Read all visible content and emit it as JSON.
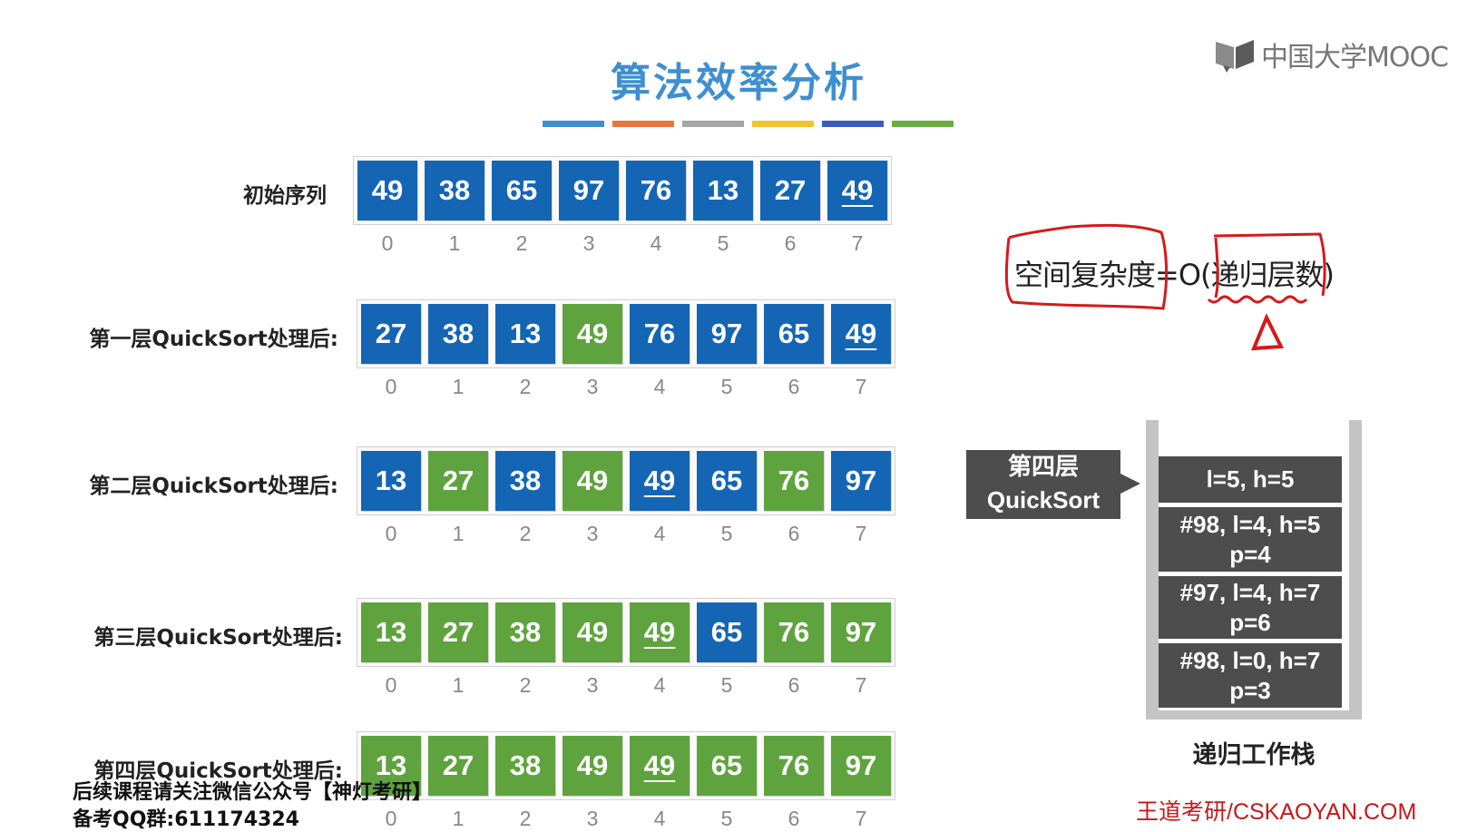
{
  "slide": {
    "title": "算法效率分析",
    "strip_colors": [
      "#3f8fd0",
      "#e8763a",
      "#a6a6a6",
      "#f2c330",
      "#3a5dbe",
      "#6bae3f"
    ]
  },
  "brand": {
    "text": "中国大学MOOC"
  },
  "rows": [
    {
      "label": "初始序列",
      "cells": [
        {
          "v": "49",
          "c": "blue"
        },
        {
          "v": "38",
          "c": "blue"
        },
        {
          "v": "65",
          "c": "blue"
        },
        {
          "v": "97",
          "c": "blue"
        },
        {
          "v": "76",
          "c": "blue"
        },
        {
          "v": "13",
          "c": "blue"
        },
        {
          "v": "27",
          "c": "blue"
        },
        {
          "v": "49",
          "c": "blue",
          "u": true
        }
      ]
    },
    {
      "label": "第一层QuickSort处理后:",
      "cells": [
        {
          "v": "27",
          "c": "blue"
        },
        {
          "v": "38",
          "c": "blue"
        },
        {
          "v": "13",
          "c": "blue"
        },
        {
          "v": "49",
          "c": "green"
        },
        {
          "v": "76",
          "c": "blue"
        },
        {
          "v": "97",
          "c": "blue"
        },
        {
          "v": "65",
          "c": "blue"
        },
        {
          "v": "49",
          "c": "blue",
          "u": true
        }
      ]
    },
    {
      "label": "第二层QuickSort处理后:",
      "cells": [
        {
          "v": "13",
          "c": "blue"
        },
        {
          "v": "27",
          "c": "green"
        },
        {
          "v": "38",
          "c": "blue"
        },
        {
          "v": "49",
          "c": "green"
        },
        {
          "v": "49",
          "c": "blue",
          "u": true
        },
        {
          "v": "65",
          "c": "blue"
        },
        {
          "v": "76",
          "c": "green"
        },
        {
          "v": "97",
          "c": "blue"
        }
      ]
    },
    {
      "label": "第三层QuickSort处理后:",
      "cells": [
        {
          "v": "13",
          "c": "green"
        },
        {
          "v": "27",
          "c": "green"
        },
        {
          "v": "38",
          "c": "green"
        },
        {
          "v": "49",
          "c": "green"
        },
        {
          "v": "49",
          "c": "green",
          "u": true
        },
        {
          "v": "65",
          "c": "blue"
        },
        {
          "v": "76",
          "c": "green"
        },
        {
          "v": "97",
          "c": "green"
        }
      ]
    },
    {
      "label": "第四层QuickSort处理后:",
      "cells": [
        {
          "v": "13",
          "c": "green"
        },
        {
          "v": "27",
          "c": "green"
        },
        {
          "v": "38",
          "c": "green"
        },
        {
          "v": "49",
          "c": "green"
        },
        {
          "v": "49",
          "c": "green",
          "u": true
        },
        {
          "v": "65",
          "c": "green"
        },
        {
          "v": "76",
          "c": "green"
        },
        {
          "v": "97",
          "c": "green"
        }
      ]
    }
  ],
  "indices": [
    "0",
    "1",
    "2",
    "3",
    "4",
    "5",
    "6",
    "7"
  ],
  "formula": {
    "text": "空间复杂度=O(递归层数)"
  },
  "callout": {
    "line1": "第四层",
    "line2": "QuickSort"
  },
  "stack": {
    "title": "递归工作栈",
    "frames": [
      {
        "line1": "l=5, h=5"
      },
      {
        "line1": "#98, l=4, h=5",
        "line2": "p=4"
      },
      {
        "line1": "#97, l=4, h=7",
        "line2": "p=6"
      },
      {
        "line1": "#98, l=0, h=7",
        "line2": "p=3"
      }
    ]
  },
  "footer": {
    "site": "王道考研/CSKAOYAN.COM"
  },
  "watermark": {
    "line1": "后续课程请关注微信公众号【神灯考研】",
    "line2": "备考QQ群:611174324"
  }
}
